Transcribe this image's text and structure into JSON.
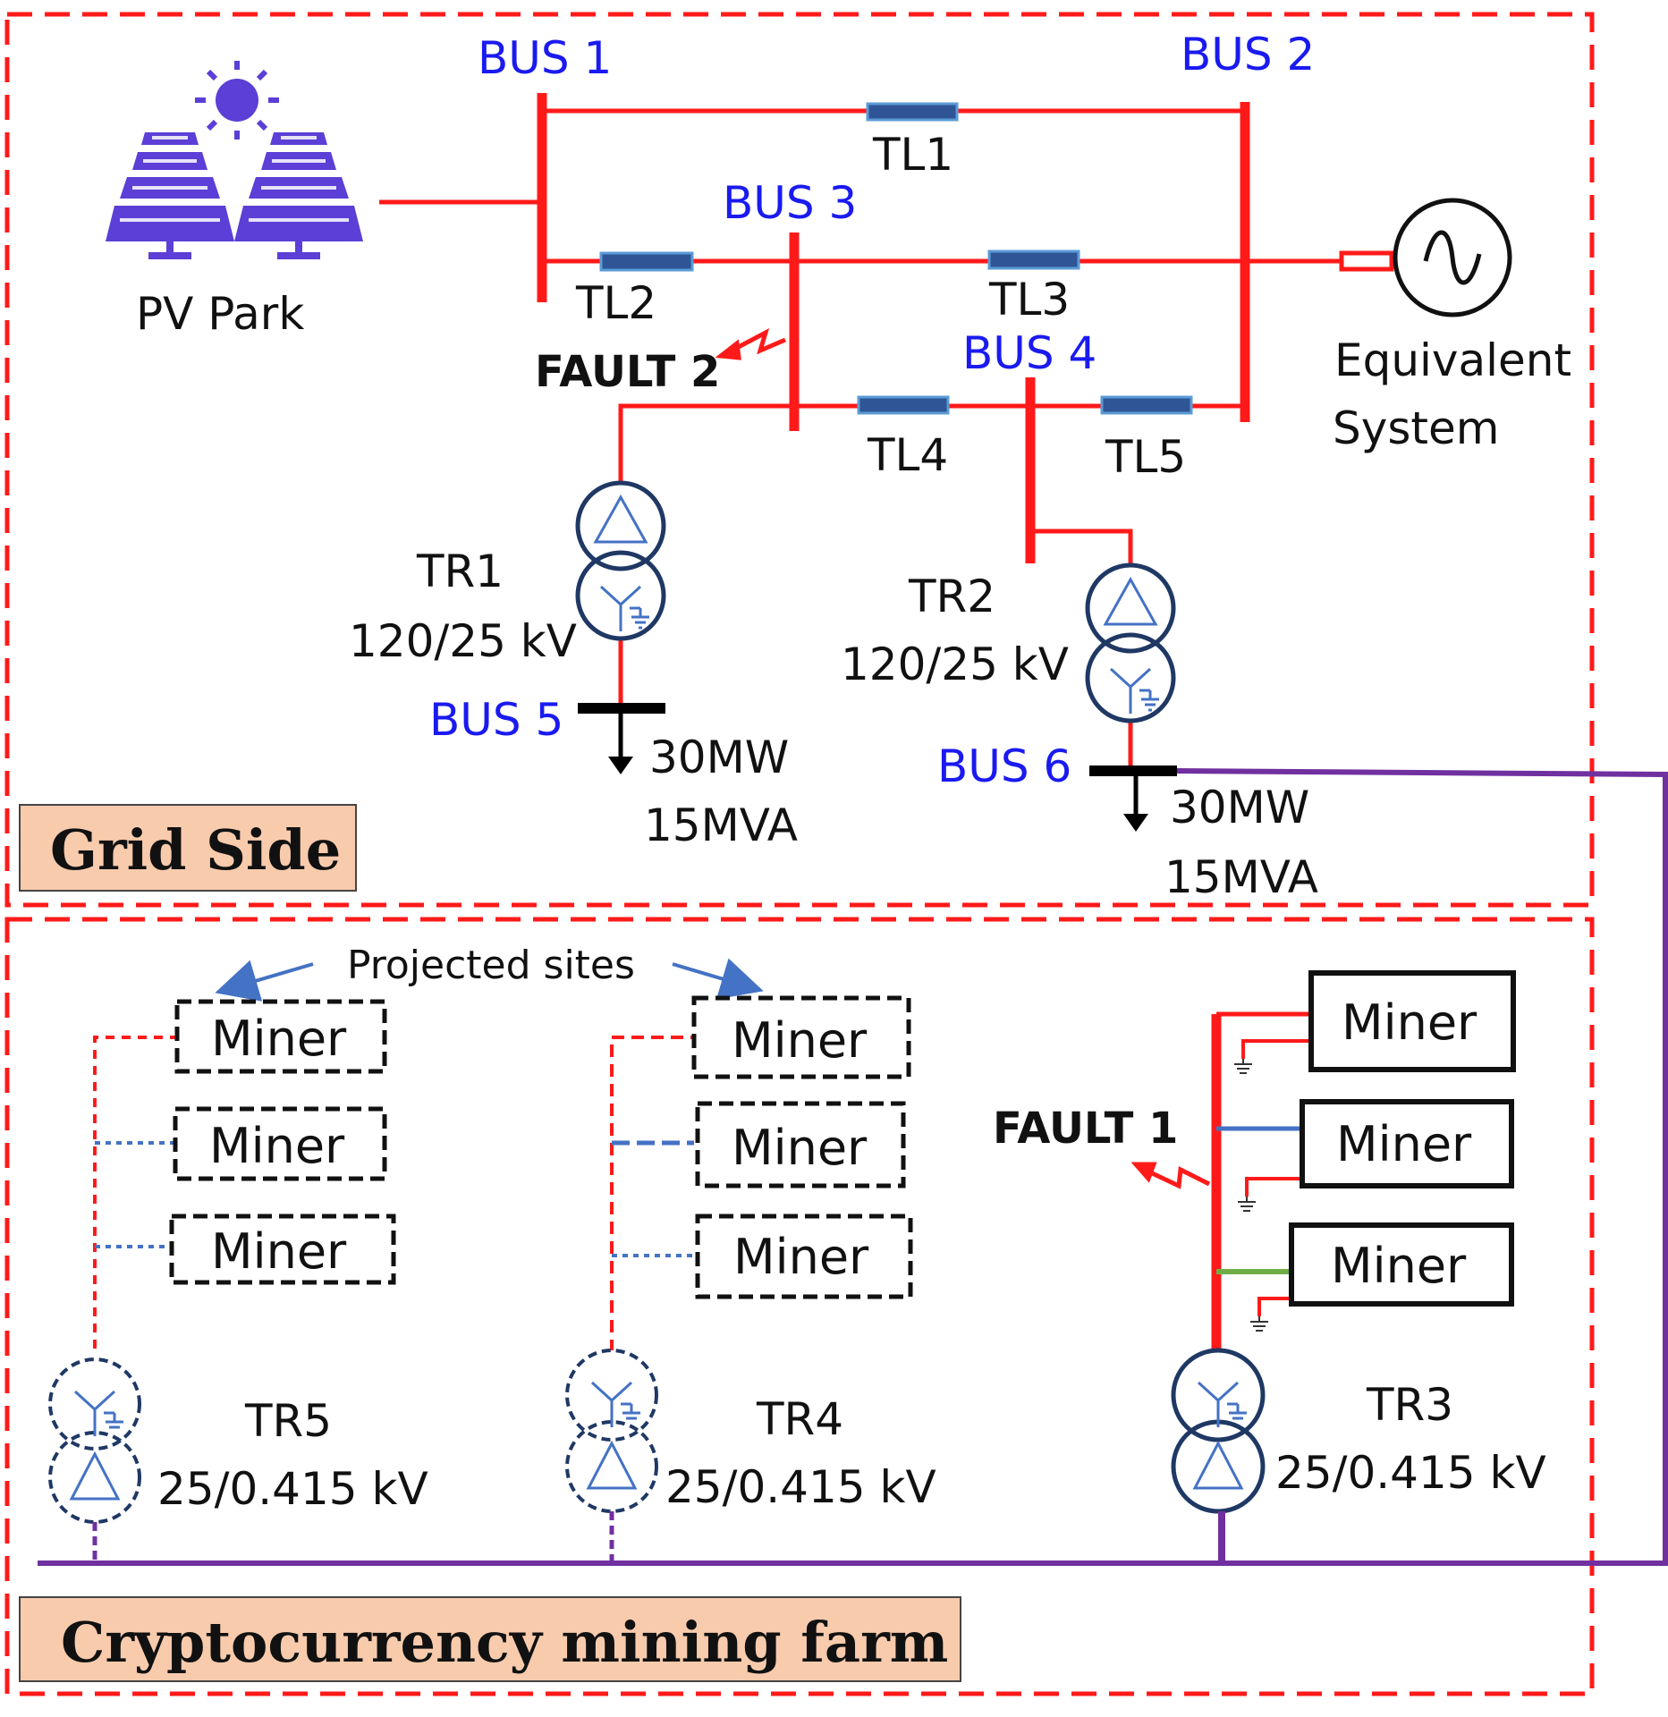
{
  "sections": {
    "grid_side": "Grid Side",
    "mining_farm": "Cryptocurrency mining farm"
  },
  "buses": {
    "bus1": "BUS 1",
    "bus2": "BUS 2",
    "bus3": "BUS 3",
    "bus4": "BUS 4",
    "bus5": "BUS 5",
    "bus6": "BUS 6"
  },
  "lines": {
    "tl1": "TL1",
    "tl2": "TL2",
    "tl3": "TL3",
    "tl4": "TL4",
    "tl5": "TL5"
  },
  "sources": {
    "pv_park": "PV Park",
    "equivalent_line1": "Equivalent",
    "equivalent_line2": "System"
  },
  "faults": {
    "fault1": "FAULT 1",
    "fault2": "FAULT 2"
  },
  "transformers": {
    "tr1": {
      "name": "TR1",
      "rating": "120/25 kV"
    },
    "tr2": {
      "name": "TR2",
      "rating": "120/25 kV"
    },
    "tr3": {
      "name": "TR3",
      "rating": "25/0.415 kV"
    },
    "tr4": {
      "name": "TR4",
      "rating": "25/0.415 kV"
    },
    "tr5": {
      "name": "TR5",
      "rating": "25/0.415 kV"
    }
  },
  "loads": {
    "load5": {
      "p": "30MW",
      "s": "15MVA"
    },
    "load6": {
      "p": "30MW",
      "s": "15MVA"
    }
  },
  "projected_sites": "Projected sites",
  "miner_label": "Miner",
  "colors": {
    "grid_line": "#ff1a1a",
    "bus_label": "#1a1af0",
    "feeder": "#7030a0",
    "tl_fill": "#2f5597",
    "section_box": "#f8cbad",
    "pv_panel": "#5b3fd6"
  }
}
